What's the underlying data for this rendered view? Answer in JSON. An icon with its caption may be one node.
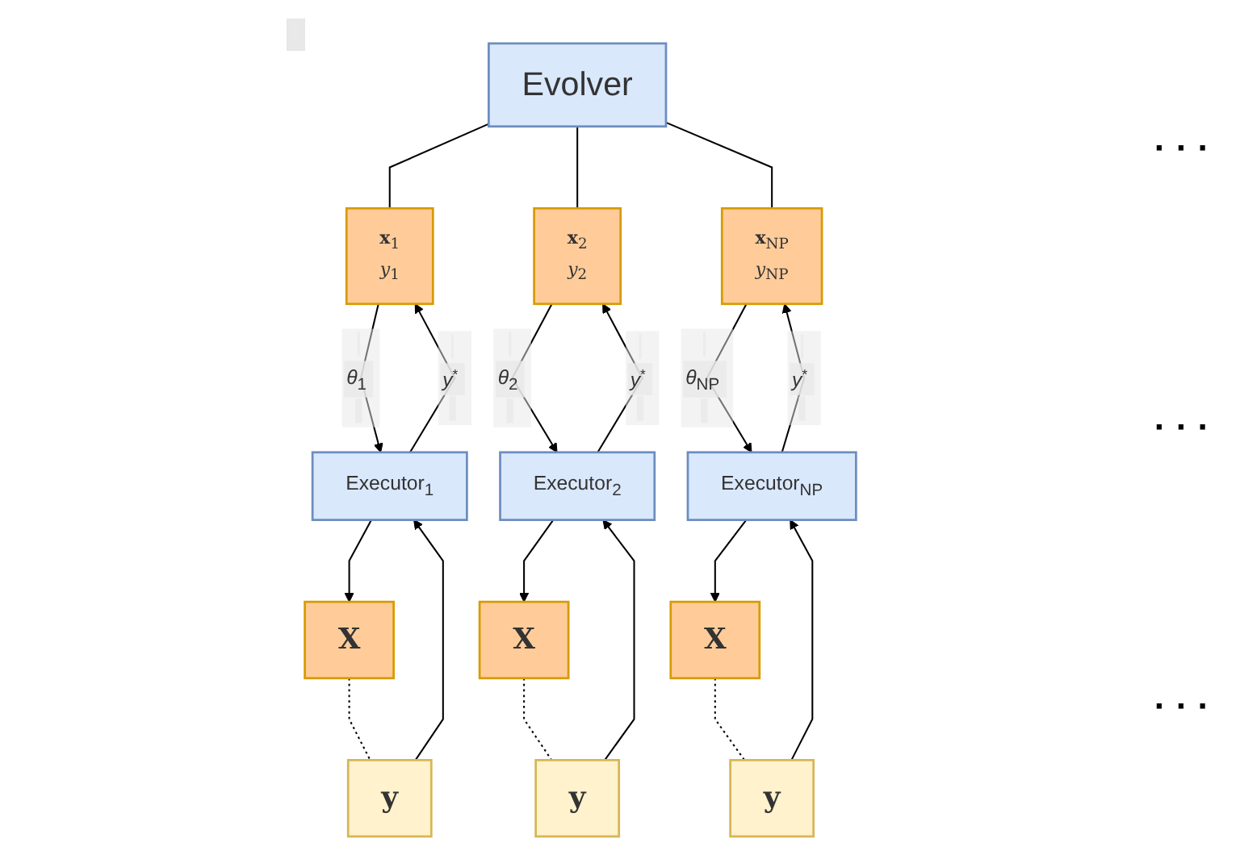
{
  "diagram": {
    "nodes": [
      {
        "text": [
          "Evolver"
        ]
      },
      {
        "text": [
          "**x**$_{1}$",
          "*y*$_{1}$"
        ]
      },
      {
        "text": [
          "**x**$_{2}$",
          "*y*$_{2}$"
        ]
      },
      {
        "text": [
          "**x**$_{NP}$",
          "*y*$_{NP}$"
        ]
      },
      {
        "text": [
          "Executor$_{1}$"
        ]
      },
      {
        "text": [
          "Executor$_{2}$"
        ]
      },
      {
        "text": [
          "Executor$_{NP}$"
        ]
      },
      {
        "text": [
          "X"
        ]
      },
      {
        "text": [
          "y"
        ]
      },
      {
        "text": [
          "X"
        ]
      },
      {
        "text": [
          "y"
        ]
      },
      {
        "text": [
          "X"
        ]
      },
      {
        "text": [
          "y"
        ]
      }
    ],
    "edges": [
      {
        "from": 0,
        "to": 1,
        "arrow": "none"
      },
      {
        "from": 0,
        "to": 2,
        "arrow": "none"
      },
      {
        "from": 0,
        "to": 3,
        "arrow": "none"
      },
      {
        "from": 1,
        "to": 4,
        "arrow": "to",
        "label": "*θ*$_{1}$"
      },
      {
        "from": 4,
        "to": 1,
        "arrow": "to",
        "label": "*y*$^{*}$"
      },
      {
        "from": 2,
        "to": 5,
        "arrow": "to",
        "label": "*θ*$_{2}$"
      },
      {
        "from": 5,
        "to": 2,
        "arrow": "to",
        "label": "*y*$^{*}$"
      },
      {
        "from": 3,
        "to": 6,
        "arrow": "to",
        "label": "*θ*$_{NP}$"
      },
      {
        "from": 6,
        "to": 3,
        "arrow": "to",
        "label": "*y*$^{*}$"
      },
      {
        "from": 4,
        "to": 7,
        "arrow": "to"
      },
      {
        "from": 8,
        "to": 4,
        "arrow": "to"
      },
      {
        "from": 7,
        "to": 8,
        "arrow": "none",
        "style": "dashed"
      },
      {
        "from": 5,
        "to": 9,
        "arrow": "to"
      },
      {
        "from": 10,
        "to": 5,
        "arrow": "to"
      },
      {
        "from": 9,
        "to": 10,
        "arrow": "none",
        "style": "dashed"
      },
      {
        "from": 6,
        "to": 11,
        "arrow": "to"
      },
      {
        "from": 12,
        "to": 6,
        "arrow": "to"
      },
      {
        "from": 11,
        "to": 12,
        "arrow": "none",
        "style": "dashed"
      }
    ],
    "labels": [
      "· · ·",
      "· · ·",
      "· · ·"
    ]
  }
}
